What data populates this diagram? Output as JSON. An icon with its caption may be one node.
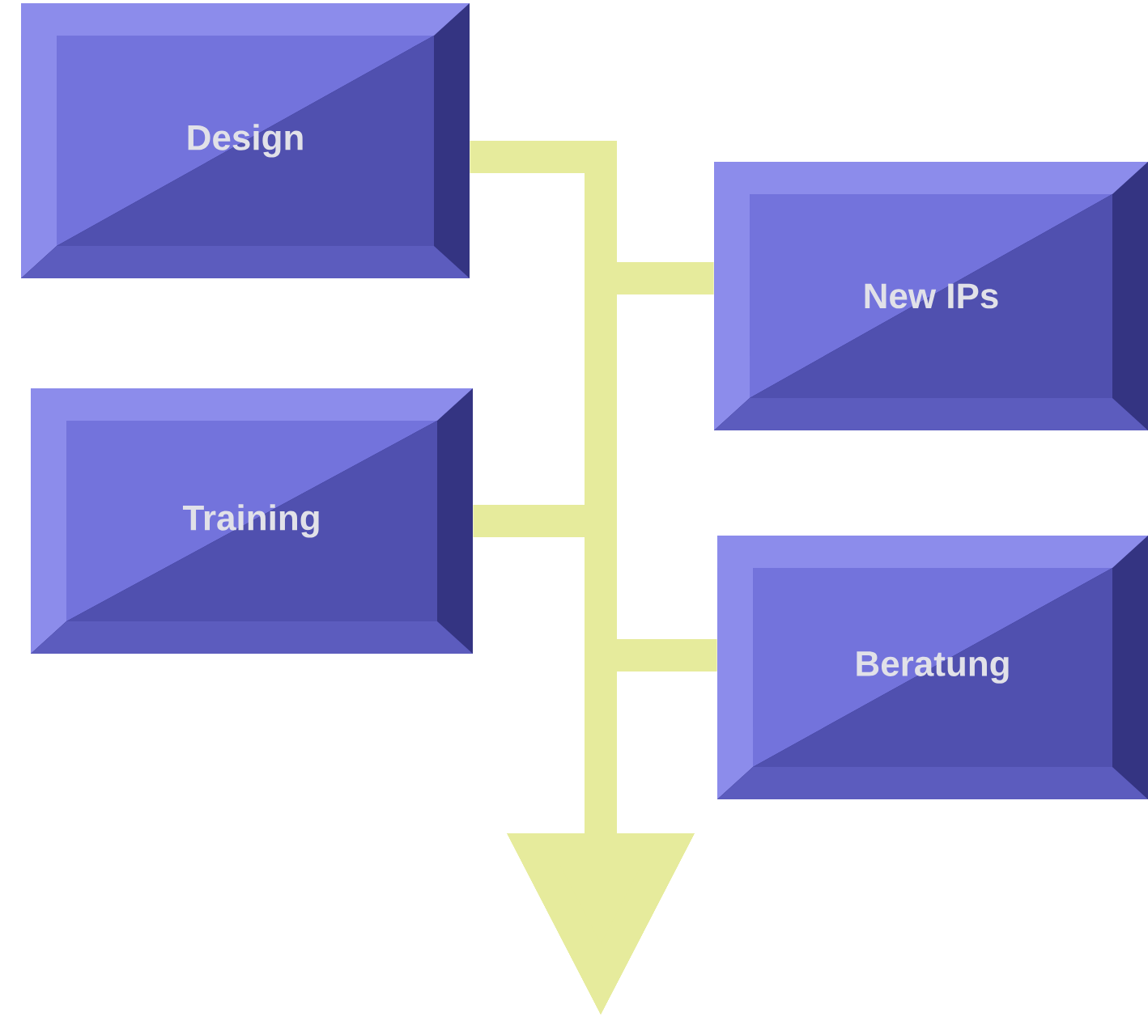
{
  "diagram": {
    "nodes": [
      {
        "text": [
          "Design"
        ]
      },
      {
        "text": [
          "New IPs"
        ]
      },
      {
        "text": [
          "Training"
        ]
      },
      {
        "text": [
          "Beratung"
        ]
      }
    ],
    "edges": [
      {
        "from": 0,
        "to": null,
        "arrow": "to"
      },
      {
        "from": 1,
        "to": null,
        "arrow": "to"
      },
      {
        "from": 2,
        "to": null,
        "arrow": "to"
      },
      {
        "from": 3,
        "to": null,
        "arrow": "to"
      }
    ]
  }
}
